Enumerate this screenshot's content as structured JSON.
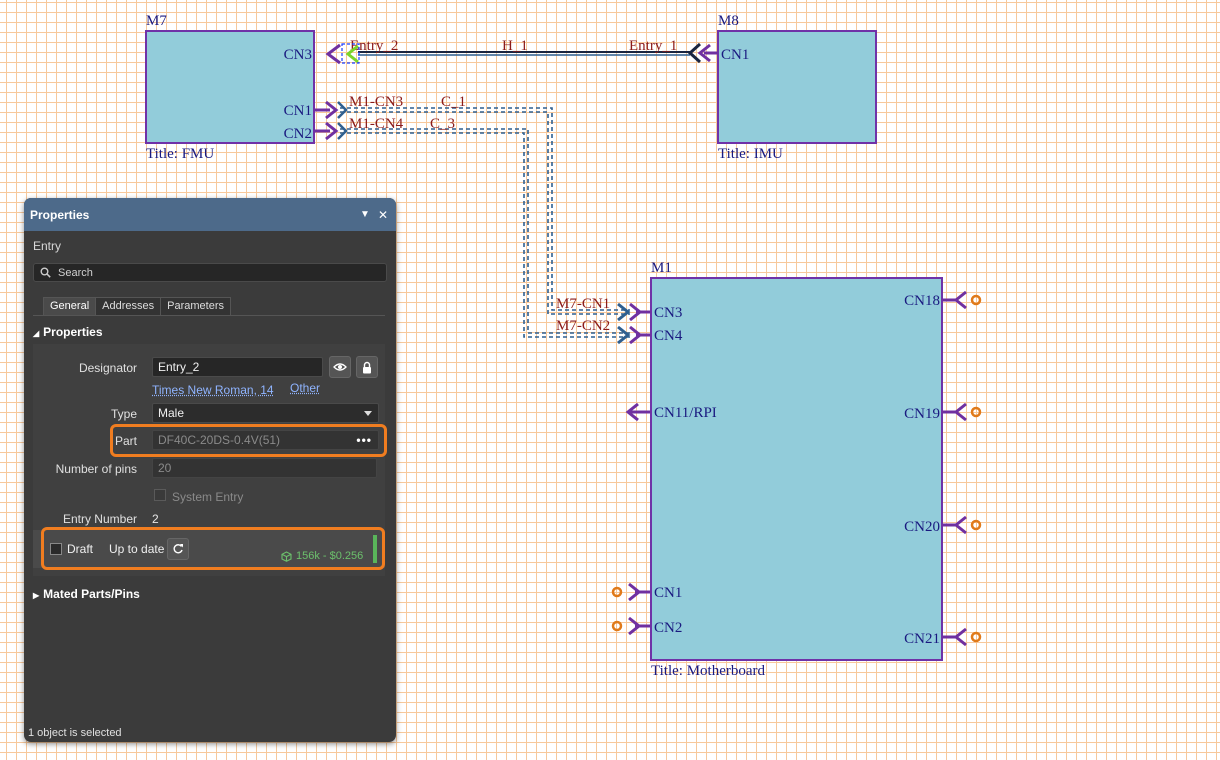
{
  "schematic": {
    "sheets": {
      "m7": {
        "designator": "M7",
        "title": "Title: FMU",
        "ports": [
          "CN3",
          "CN1",
          "CN2"
        ]
      },
      "m8": {
        "designator": "M8",
        "title": "Title: IMU",
        "ports": [
          "CN1"
        ]
      },
      "m1": {
        "designator": "M1",
        "title": "Title: Motherboard",
        "ports": [
          "CN3",
          "CN4",
          "CN11/RPI",
          "CN1",
          "CN2",
          "CN18",
          "CN19",
          "CN20",
          "CN21"
        ]
      }
    },
    "entries": {
      "entry2": "Entry_2",
      "entry1": "Entry_1",
      "m1cn3": "M1-CN3",
      "m1cn4": "M1-CN4",
      "m7cn1": "M7-CN1",
      "m7cn2": "M7-CN2"
    },
    "harnesses": {
      "h1": "H_1",
      "c1": "C_1",
      "c3": "C_3"
    },
    "colors": {
      "sheet_fill": "#92ccda",
      "sheet_border": "#6f32a8",
      "entry_arrow": "#7030a0",
      "harness_blue": "#2f5f8f",
      "port_orange": "#e07a1a"
    }
  },
  "panel": {
    "title": "Properties",
    "subtitle": "Entry",
    "search_placeholder": "Search",
    "tabs": [
      "General",
      "Addresses",
      "Parameters"
    ],
    "section": "Properties",
    "fields": {
      "designator_label": "Designator",
      "designator_value": "Entry_2",
      "font_link": "Times New Roman, 14",
      "other_link": "Other",
      "type_label": "Type",
      "type_value": "Male",
      "part_label": "Part",
      "part_value": "DF40C-20DS-0.4V(51)",
      "pins_label": "Number of pins",
      "pins_value": "20",
      "system_entry_label": "System Entry",
      "entry_number_label": "Entry Number",
      "entry_number_value": "2"
    },
    "status": {
      "draft_label": "Draft",
      "up_to_date": "Up to date",
      "price": "156k - $0.256"
    },
    "mated_section": "Mated Parts/Pins",
    "footer": "1 object is selected",
    "colors": {
      "header": "#4d6a8a",
      "highlight": "#f07d20"
    }
  }
}
